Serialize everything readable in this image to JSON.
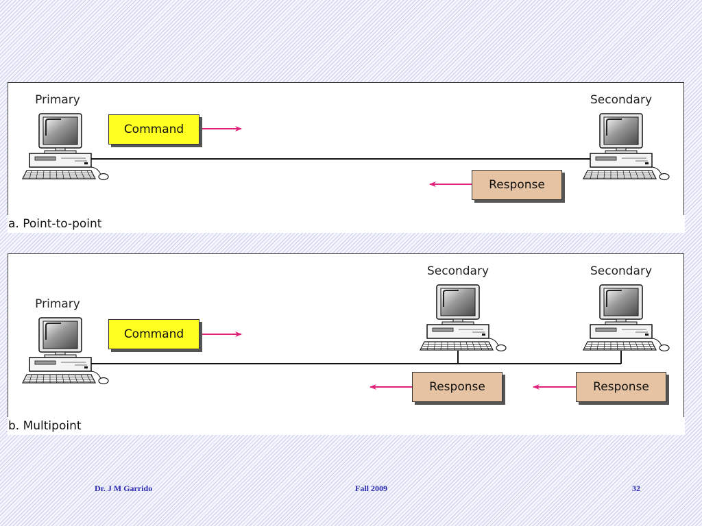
{
  "diagram_a": {
    "caption": "a. Point-to-point",
    "primary_label": "Primary",
    "secondary_label": "Secondary",
    "command_label": "Command",
    "response_label": "Response"
  },
  "diagram_b": {
    "caption": "b. Multipoint",
    "primary_label": "Primary",
    "secondary_1_label": "Secondary",
    "secondary_2_label": "Secondary",
    "command_label": "Command",
    "response_1_label": "Response",
    "response_2_label": "Response"
  },
  "colors": {
    "arrow": "#e0207a",
    "command_box": "#ffff22",
    "response_box": "#e6c3a3",
    "footer_text": "#2a2ab0"
  },
  "footer": {
    "author": "Dr. J M Garrido",
    "term": "Fall 2009",
    "page_number": "32"
  }
}
